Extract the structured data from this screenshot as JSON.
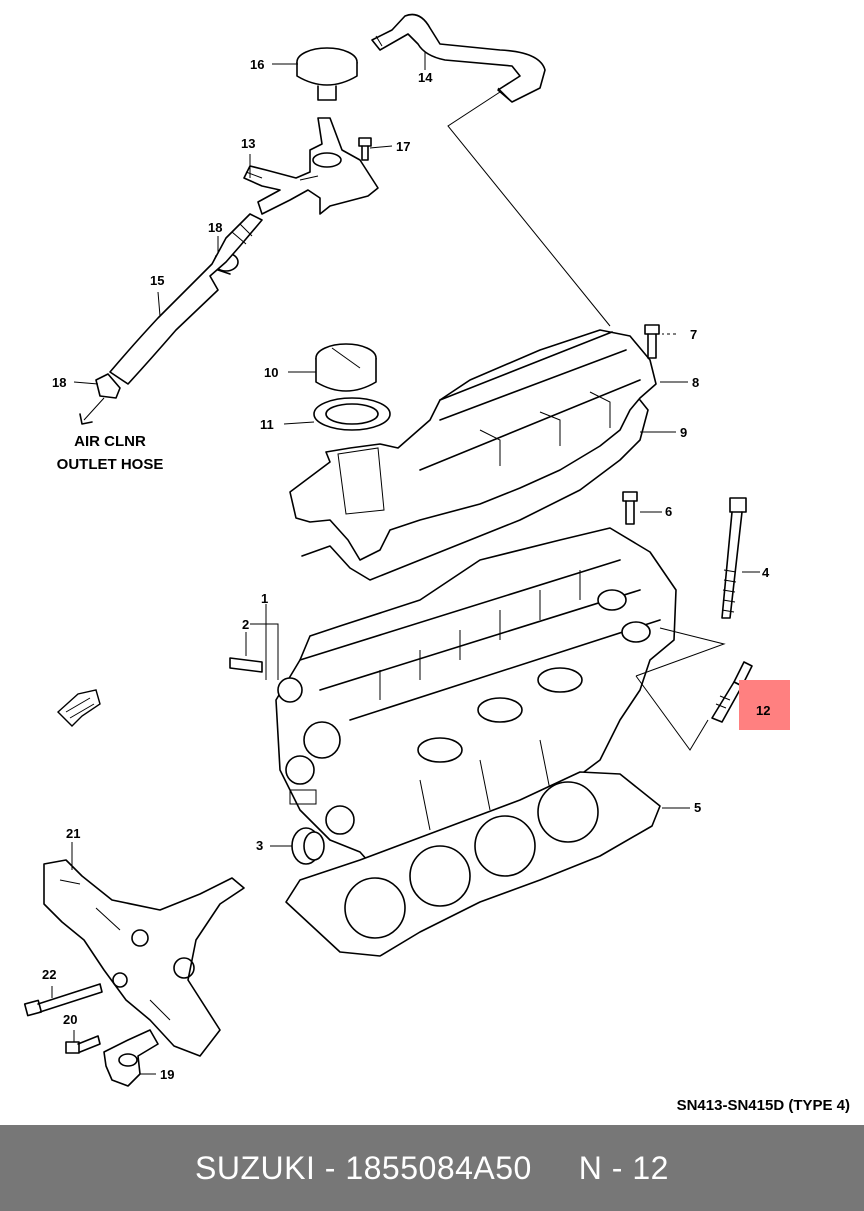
{
  "callouts": {
    "c1": "1",
    "c2": "2",
    "c3": "3",
    "c4": "4",
    "c5": "5",
    "c6": "6",
    "c7": "7",
    "c8": "8",
    "c9": "9",
    "c10": "10",
    "c11": "11",
    "c12": "12",
    "c13": "13",
    "c14": "14",
    "c15": "15",
    "c16": "16",
    "c17": "17",
    "c18a": "18",
    "c18b": "18",
    "c19": "19",
    "c20": "20",
    "c21": "21",
    "c22": "22"
  },
  "labels": {
    "air_line1": "AIR CLNR",
    "air_line2": "OUTLET HOSE",
    "model": "SN413-SN415D (TYPE 4)"
  },
  "highlight": {
    "part": "12",
    "color": "#ff8080"
  },
  "footer": {
    "text": "SUZUKI - 1855084A50     N - 12",
    "background": "#777777"
  }
}
